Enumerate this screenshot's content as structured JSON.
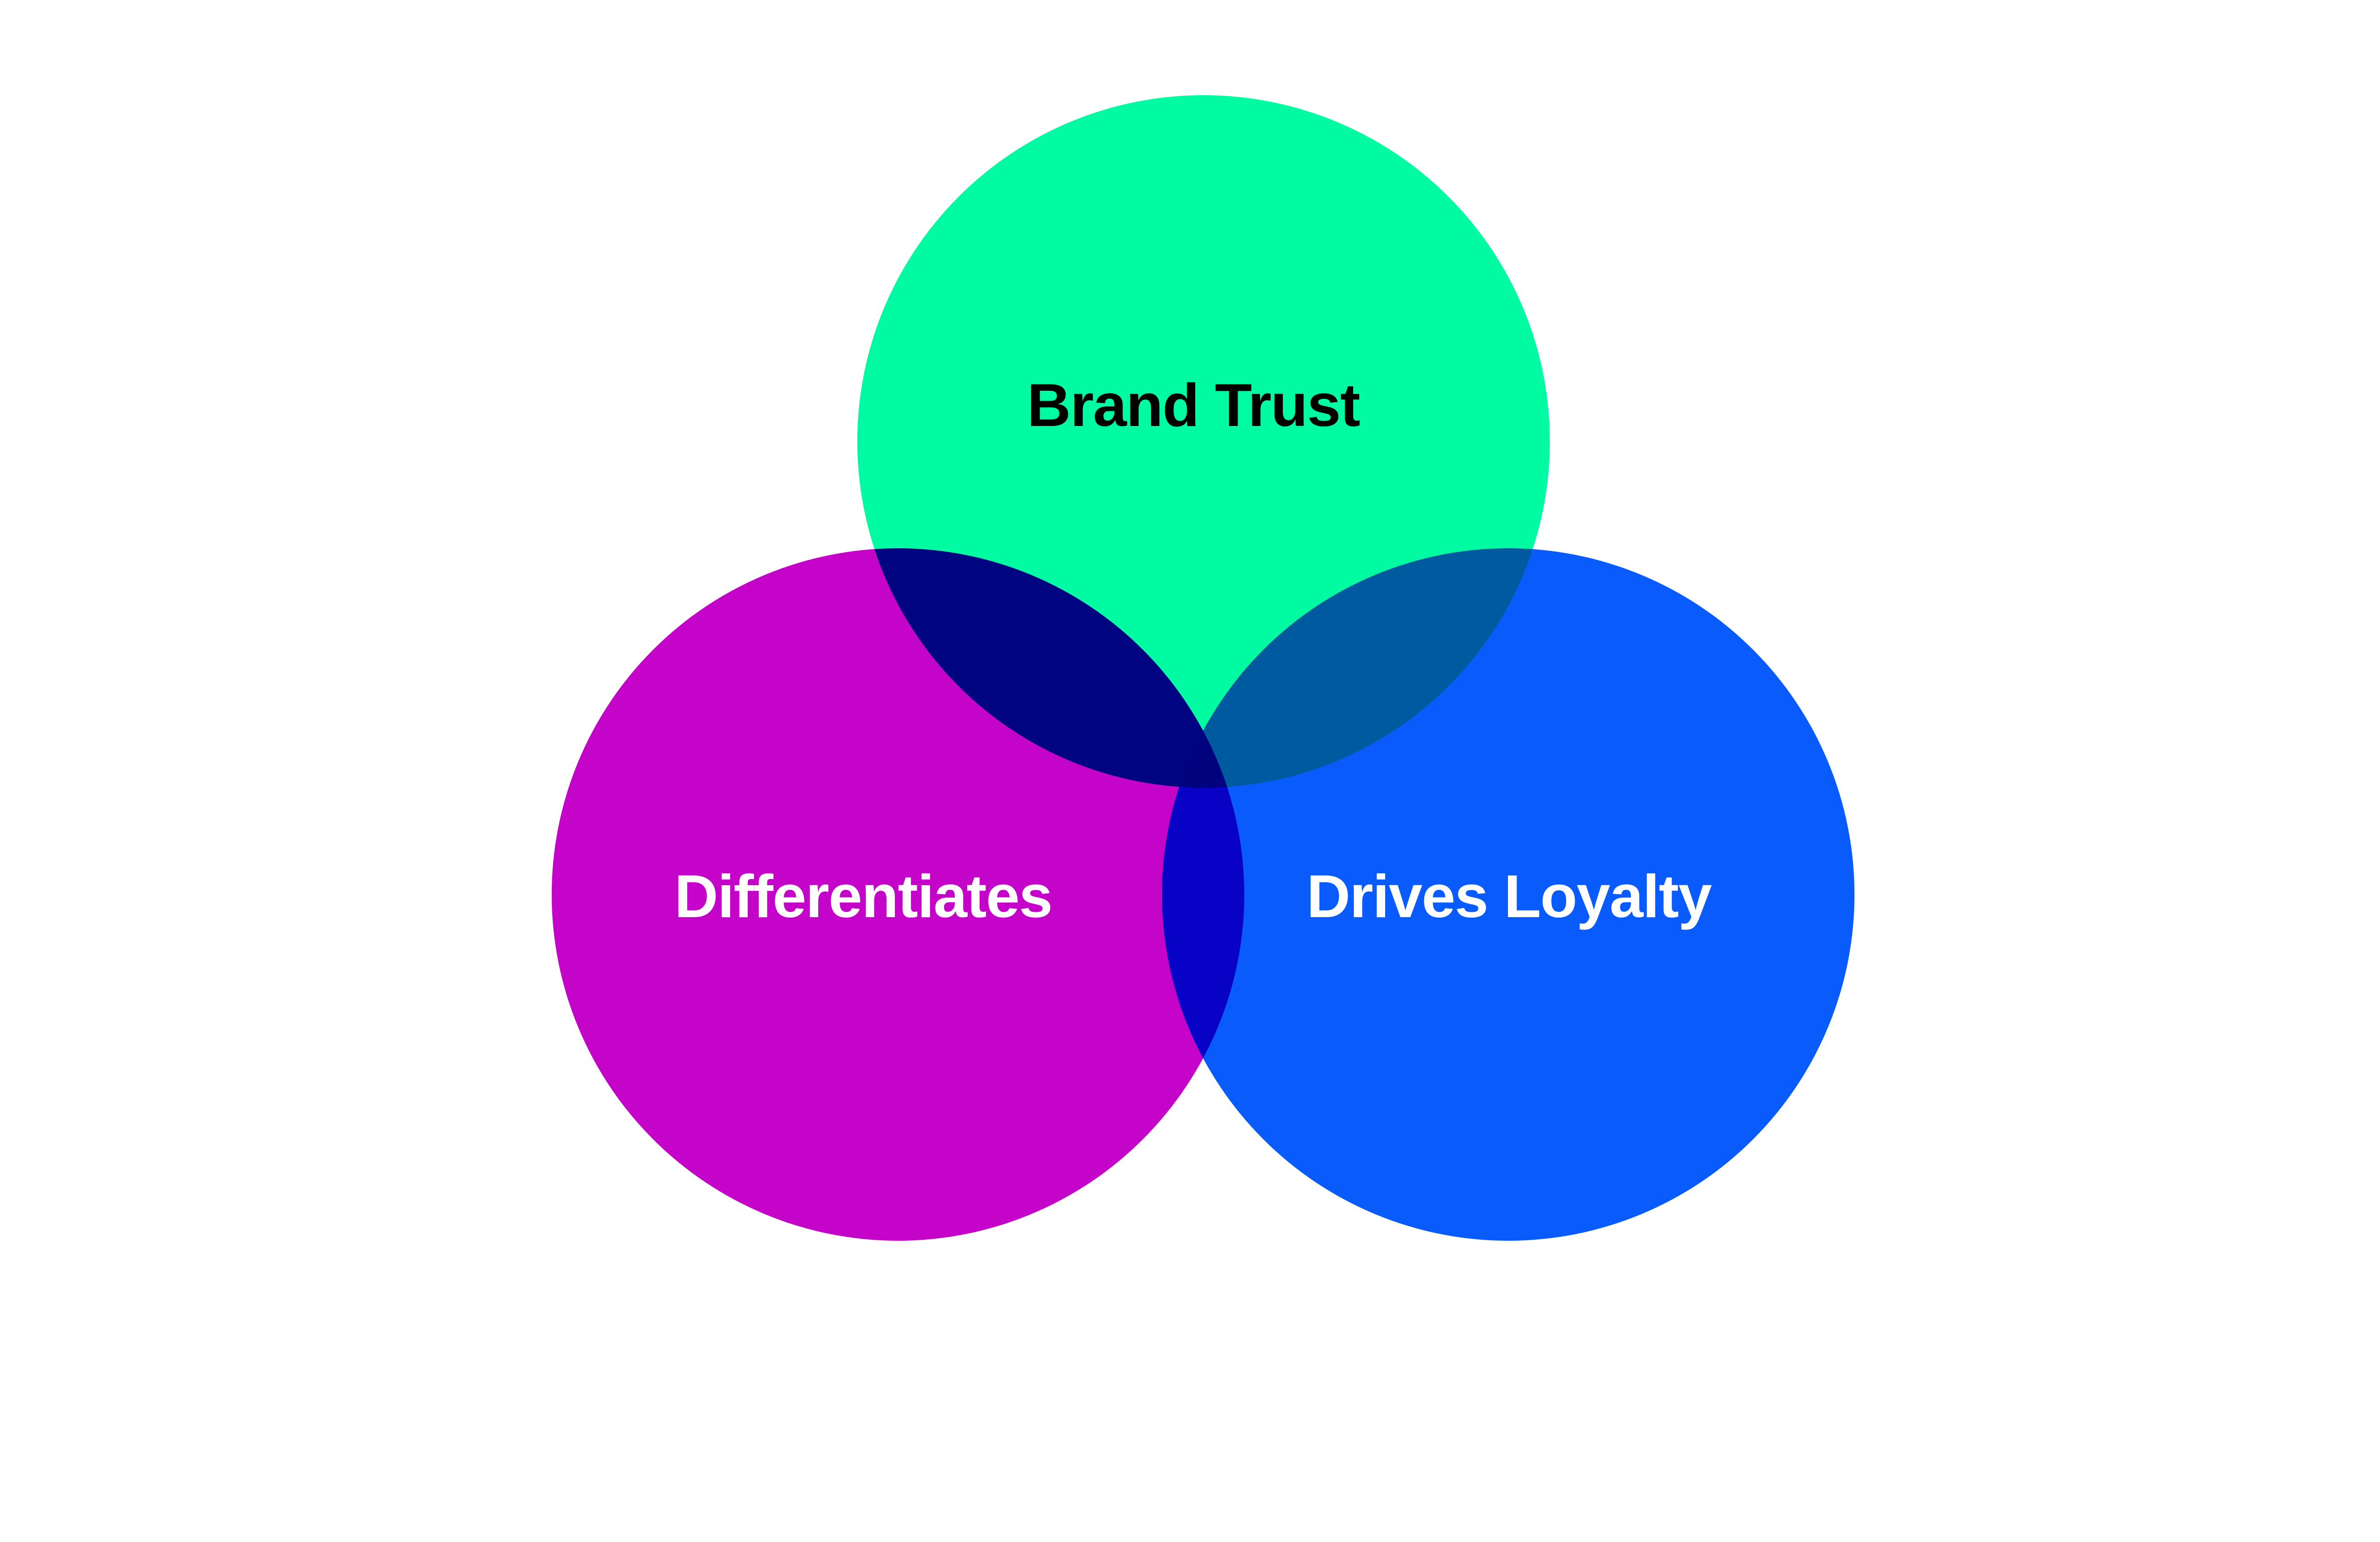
{
  "page": {
    "background": "#FFFFFF"
  },
  "venn": {
    "blend_mode": "multiply",
    "circles": [
      {
        "id": "brand-trust",
        "label": "Brand Trust",
        "color": "#00FBA3",
        "label_color": "#000000",
        "position": "top"
      },
      {
        "id": "differentiates",
        "label": "Differentiates",
        "color": "#C504C9",
        "label_color": "#FFFFFF",
        "position": "bottom-left"
      },
      {
        "id": "drives-loyalty",
        "label": "Drives Loyalty",
        "color": "#0A5BFB",
        "label_color": "#FFFFFF",
        "position": "bottom-right"
      }
    ],
    "overlap_colors": {
      "top_left": "#000380",
      "top_right": "#005BA2",
      "left_right": "#0801C9",
      "center": "#000180"
    }
  }
}
